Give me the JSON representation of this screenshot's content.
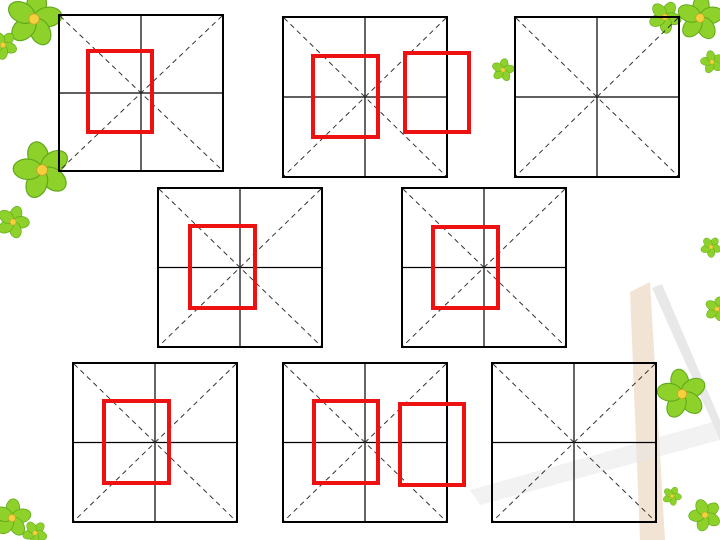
{
  "colors": {
    "background": "#ffffff",
    "grid_line": "#000000",
    "guide_line": "#333333",
    "red_box": "#ee1111",
    "petal": "#8ed12a",
    "petal_dark": "#5fa81a",
    "flower_center": "#f4d03f",
    "streak": "#e8d2b8"
  },
  "icons": {
    "flower": "flower-icon",
    "streak": "light-streak-decoration"
  },
  "grids": {
    "total": 8,
    "row_counts": [
      3,
      2,
      3
    ],
    "red_box_counts": [
      1,
      2,
      0,
      1,
      1,
      1,
      2,
      0
    ]
  }
}
